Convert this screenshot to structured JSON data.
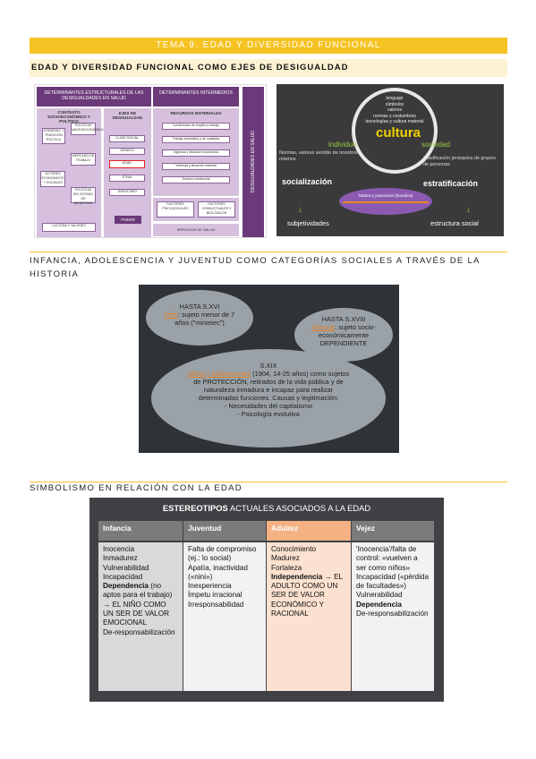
{
  "header": {
    "banner": "TEMA 9. EDAD Y DIVERSIDAD FUNCIONAL"
  },
  "section1": {
    "title": "EDAD Y DIVERSIDAD FUNCIONAL COMO EJES DE DESIGUALDAD",
    "fig_left": {
      "col1_title": "DETERMINANTES ESTRUCTURALES DE LAS DESIGUALDADES EN SALUD",
      "col2_title": "DETERMINANTES INTERMEDIOS",
      "contexto": "CONTEXTO SOCIOECONÓMICO Y POLÍTICO",
      "ejes": "EJES DE DESIGUALDAD",
      "recursos": "RECURSOS MATERIALES",
      "side": "DESIGUALDADES EN SALUD",
      "left_items": [
        "GOBIERNO Y TRADICIÓN POLÍTICA",
        "POLÍTICAS MACROECONÓMICAS",
        "MERCADO DE TRABAJO",
        "ACTORES ECONÓMICOS Y SOCIALES",
        "POLÍTICAS DEL ESTADO DE BIENESTAR",
        "CULTURA Y VALORES"
      ],
      "ejes_items": [
        "CLASE SOCIAL",
        "GÉNERO",
        "EDAD",
        "ETNIA",
        "TERRITORIO"
      ],
      "recursos_items": [
        "Condiciones de empleo y trabajo",
        "Trabajo doméstico y de cuidados",
        "Ingresos y situación económica",
        "Vivienda y situación material",
        "Entorno residencial"
      ],
      "bottom_items": [
        "FACTORES PSICOSOCIALES",
        "FACTORES CONDUCTUALES Y BIOLÓGICOS"
      ],
      "poder": "PODER",
      "servicios": "SERVICIOS DE SALUD"
    },
    "fig_right": {
      "circle_lines": [
        "lenguaje",
        "símbolos",
        "valores",
        "normas y costumbres",
        "tecnologías y cultura material"
      ],
      "cultura": "cultura",
      "individuo": "individuo",
      "sociedad": "sociedad",
      "normas": "Normas, valores sentido de nosotros mismos",
      "clasificacion": "Clasificación jerárquica de grupos de personas",
      "socializacion": "socialización",
      "estratificacion": "estratificación",
      "habitos": "hábitos y posiciones [Bourdieu]",
      "subjetividades": "subjetividades",
      "estructura": "estructura social"
    }
  },
  "section2": {
    "title": "INFANCIA, ADOLESCENCIA Y JUVENTUD COMO CATEGORÍAS SOCIALES A TRAVÉS DE LA HISTORIA",
    "e1": {
      "head": "HASTA S.XVI",
      "term": "Niño",
      "rest": ": sujeto menor de 7 años (\"minosec\")"
    },
    "e2": {
      "head": "HASTA S.XVIII",
      "term": "Infancia",
      "rest": ": sujeto socio-económicamente DEPENDIENTE"
    },
    "e3": {
      "head": "S.XIX",
      "term": "Niños y adolescentes",
      "rest": " (1904, 14-25 años) como sujetos de PROTECCIÓN, retirados de la vida pública y de naturaleza inmadura e incapaz para realizar determinadas funciones. Causas y legitimación:",
      "bullets": [
        "Necesidades del capitalismo",
        "Psicología evolutiva"
      ]
    }
  },
  "section3": {
    "title": "SIMBOLISMO EN RELACIÓN CON LA EDAD",
    "table_title_bold": "ESTEREOTIPOS",
    "table_title_rest": " ACTUALES ASOCIADOS A LA EDAD",
    "columns": [
      "Infancia",
      "Juventud",
      "Adultez",
      "Vejez"
    ],
    "infancia": {
      "plain1": "Inocencia\nInmadurez\nVulnerabilidad\nIncapacidad",
      "bold": "Dependencia",
      "plain2": " (no aptos para el trabajo) → EL NIÑO COMO UN SER DE VALOR EMOCIONAL\nDe-responsabilización"
    },
    "juventud": {
      "plain1": "Falta de compromiso (ej.: lo social)\nApatía, inactividad («nini»)\nInexperiencia\nÍmpetu irracional\nIrresponsabilidad"
    },
    "adultez": {
      "plain1": "Conocimiento\nMadurez\nFortaleza",
      "bold": "Independencia",
      "plain2": " → EL ADULTO COMO UN SER DE VALOR ECONÓMICO Y RACIONAL"
    },
    "vejez": {
      "plain1": "'Inocencia'/falta de control: «vuelven a ser como niños»\nIncapacidad («pérdida de facultades»)\nVulnerabilidad",
      "bold": "Dependencia",
      "plain2": "\nDe-responsabilización"
    }
  },
  "colors": {
    "accent": "#f6c324",
    "purple": "#6b3a7a",
    "orange": "#f4b183"
  }
}
